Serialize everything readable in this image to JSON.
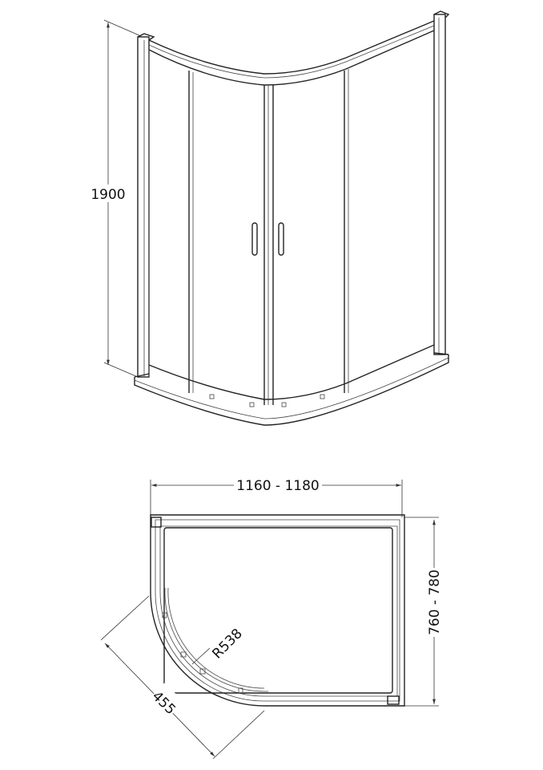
{
  "dimensions": {
    "height": "1900",
    "width": "1160 - 1180",
    "depth": "760 - 780",
    "radius": "R538",
    "diagonal": "455"
  },
  "colors": {
    "line": "#222222",
    "background": "#ffffff"
  }
}
